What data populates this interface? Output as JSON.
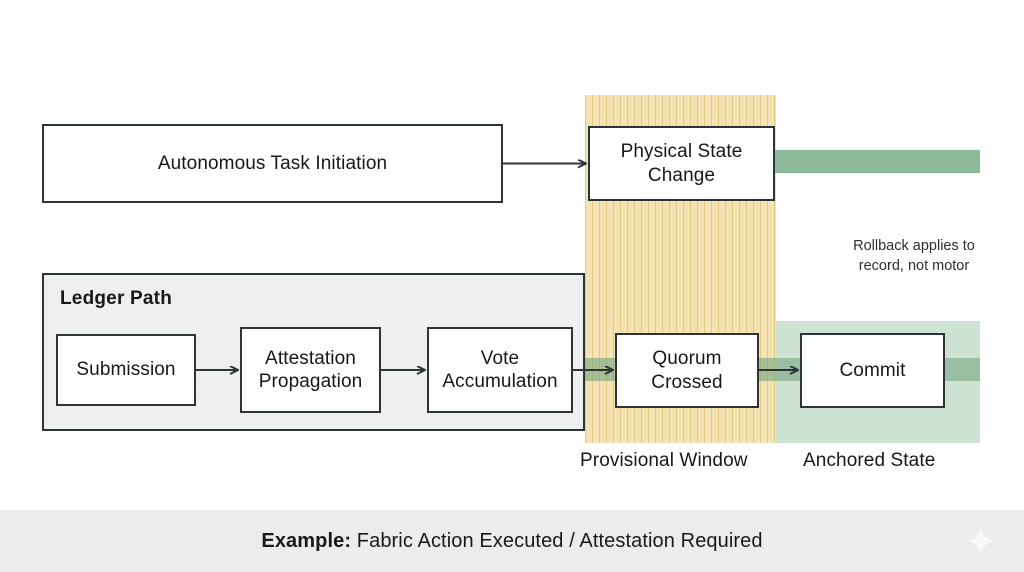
{
  "diagram": {
    "nodes": {
      "autonomous": "Autonomous Task Initiation",
      "physical": "Physical State Change",
      "submission": "Submission",
      "attestation": "Attestation Propagation",
      "vote": "Vote Accumulation",
      "quorum": "Quorum Crossed",
      "commit": "Commit"
    },
    "groups": {
      "ledger_path": "Ledger Path"
    },
    "band_labels": {
      "provisional": "Provisional Window",
      "anchored": "Anchored State"
    },
    "annotations": {
      "rollback_line1": "Rollback applies to",
      "rollback_line2": "record, not motor"
    },
    "colors": {
      "provisional_band": "#f5e3b4",
      "provisional_stripe": "#d6b260",
      "anchored_band": "#cfe3d3",
      "green_bar": "#8cb99a",
      "group_fill": "#efefef",
      "stroke": "#2d3436",
      "footer_bg": "#ececec",
      "node_fill": "#ffffff"
    }
  },
  "footer": {
    "label": "Example:",
    "text": "Fabric Action Executed / Attestation Required",
    "icon": "sparkle-icon"
  }
}
